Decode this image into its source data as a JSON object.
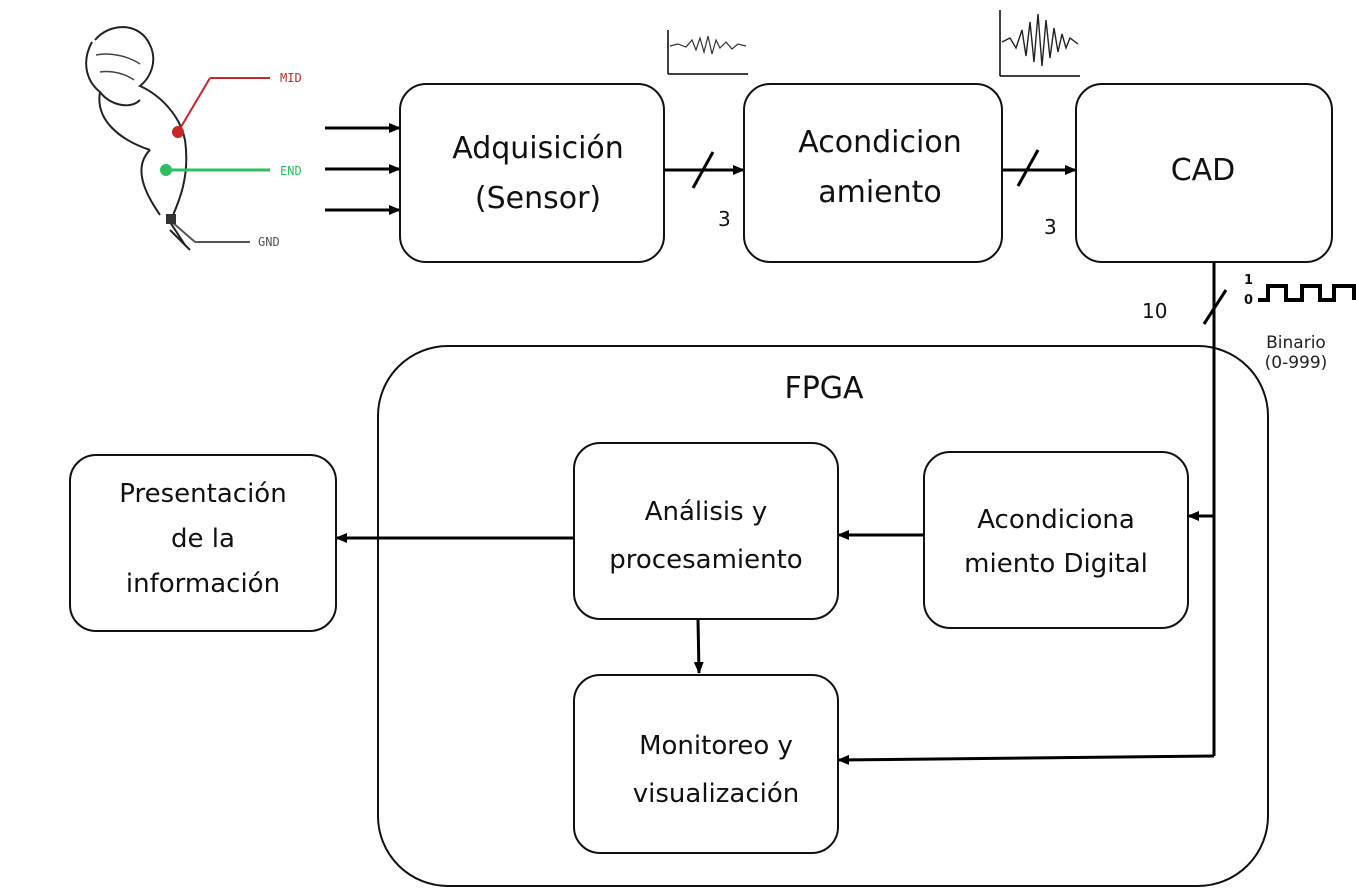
{
  "electrodes": {
    "mid": "MID",
    "end": "END",
    "gnd": "GND"
  },
  "blocks": {
    "adquisicion": [
      "Adquisición",
      "(Sensor)"
    ],
    "acondicionamiento": [
      "Acondicion",
      "amiento"
    ],
    "cad": "CAD",
    "fpga": "FPGA",
    "acond_digital": [
      "Acondiciona",
      "miento Digital"
    ],
    "analisis": [
      "Análisis y",
      "procesamiento"
    ],
    "monitoreo": [
      "Monitoreo y",
      "visualización"
    ],
    "presentacion": [
      "Presentación",
      "de la",
      "información"
    ]
  },
  "bus_widths": {
    "sensor_to_acond": "3",
    "acond_to_cad": "3",
    "cad_out": "10"
  },
  "digital_signal": {
    "high": "1",
    "low": "0",
    "label": "Binario",
    "range": "(0-999)"
  },
  "colors": {
    "mid": "#c62828",
    "end": "#2ec060",
    "gnd": "#555555"
  }
}
